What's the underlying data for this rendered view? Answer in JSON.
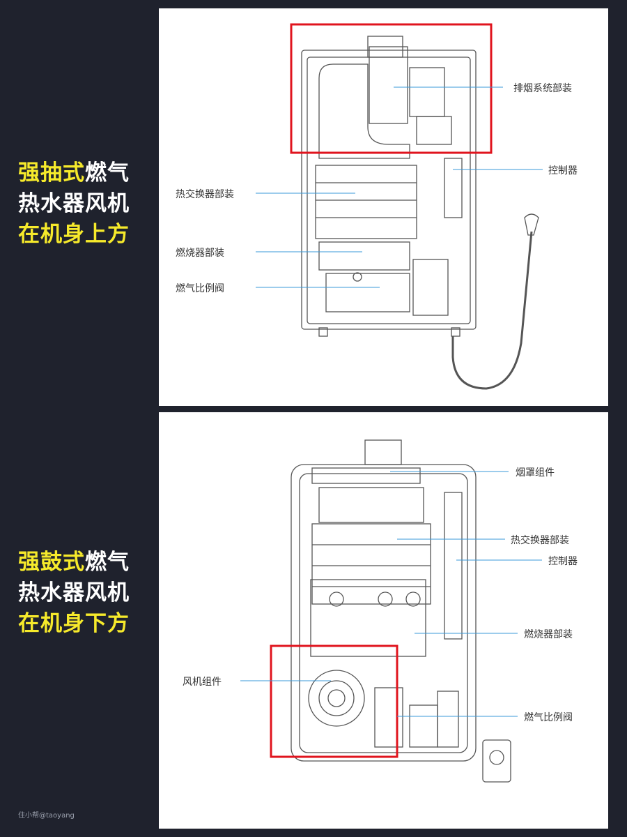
{
  "top": {
    "caption": {
      "part1": "强抽式",
      "part2": "燃气",
      "line2": "热水器风机",
      "line3": "在机身上方"
    },
    "labels": {
      "exhaust": "排烟系统部装",
      "controller": "控制器",
      "heat_exchanger": "热交换器部装",
      "burner": "燃烧器部装",
      "gas_valve": "燃气比例阀"
    }
  },
  "bottom": {
    "caption": {
      "part1": "强鼓式",
      "part2": "燃气",
      "line2": "热水器风机",
      "line3": "在机身下方"
    },
    "labels": {
      "hood": "烟罩组件",
      "heat_exchanger": "热交换器部装",
      "controller": "控制器",
      "burner": "燃烧器部装",
      "fan": "风机组件",
      "gas_valve": "燃气比例阀"
    }
  },
  "watermark": "住小帮@taoyang",
  "colors": {
    "highlight": "#e0141e",
    "leader": "#3a9ad9",
    "caption_yellow": "#f6ea2b"
  }
}
